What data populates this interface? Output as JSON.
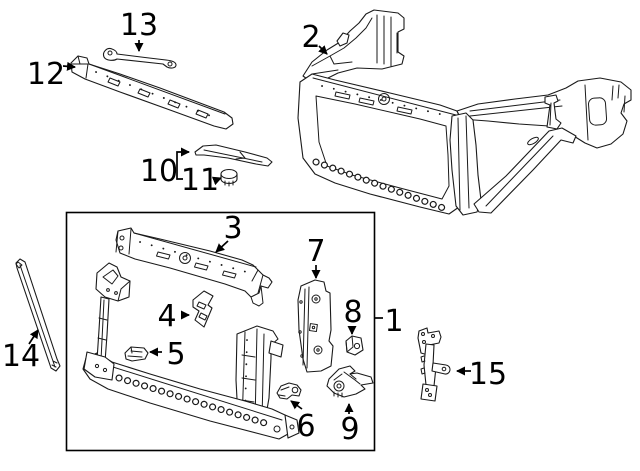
{
  "diagram": {
    "colors": {
      "line": "#1a1a1a",
      "label": "#000000",
      "background": "#ffffff"
    },
    "callouts": {
      "n1": {
        "label": "1"
      },
      "n2": {
        "label": "2"
      },
      "n3": {
        "label": "3"
      },
      "n4": {
        "label": "4"
      },
      "n5": {
        "label": "5"
      },
      "n6": {
        "label": "6"
      },
      "n7": {
        "label": "7"
      },
      "n8": {
        "label": "8"
      },
      "n9": {
        "label": "9"
      },
      "n10": {
        "label": "10"
      },
      "n11": {
        "label": "11"
      },
      "n12": {
        "label": "12"
      },
      "n13": {
        "label": "13"
      },
      "n14": {
        "label": "14"
      },
      "n15": {
        "label": "15"
      }
    }
  }
}
